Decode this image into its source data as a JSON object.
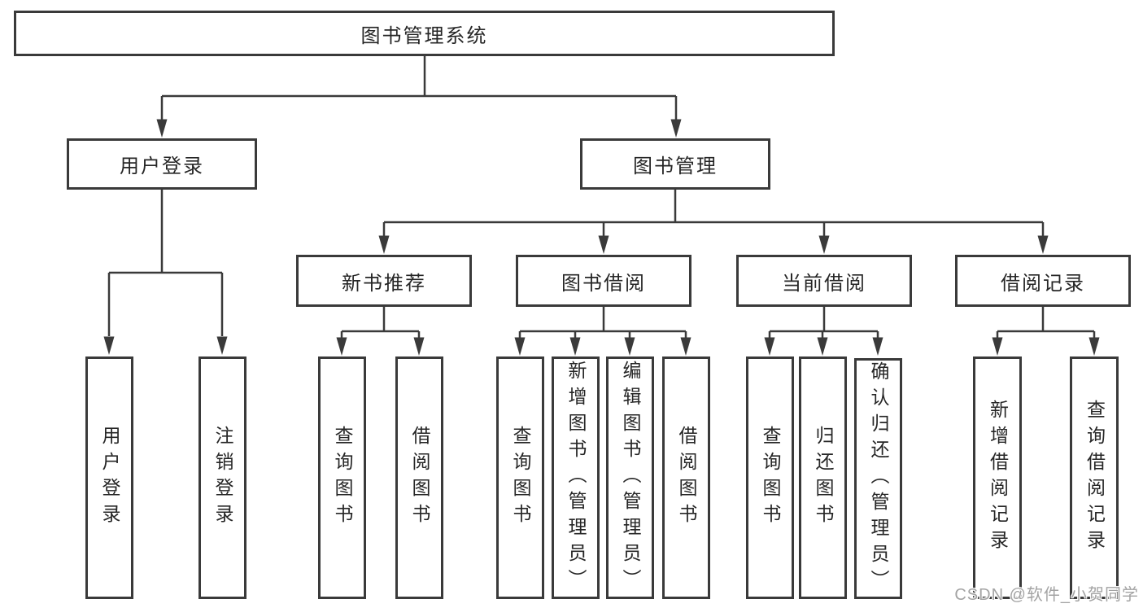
{
  "colors": {
    "line": "#3a3a3a",
    "box_border": "#3a3a3a",
    "box_fill": "#ffffff",
    "text": "#262626",
    "watermark": "#a3a3a3",
    "background": "#ffffff"
  },
  "tree": {
    "root": {
      "label": "图书管理系统"
    },
    "branches": [
      {
        "label": "用户登录",
        "children": [
          {
            "label": "用户登录"
          },
          {
            "label": "注销登录"
          }
        ]
      },
      {
        "label": "图书管理",
        "groups": [
          {
            "label": "新书推荐",
            "children": [
              {
                "label": "查询图书"
              },
              {
                "label": "借阅图书"
              }
            ]
          },
          {
            "label": "图书借阅",
            "children": [
              {
                "label": "查询图书"
              },
              {
                "label": "新增图书（管理员）"
              },
              {
                "label": "编辑图书（管理员）"
              },
              {
                "label": "借阅图书"
              }
            ]
          },
          {
            "label": "当前借阅",
            "children": [
              {
                "label": "查询图书"
              },
              {
                "label": "归还图书"
              },
              {
                "label": "确认归还（管理员）"
              }
            ]
          },
          {
            "label": "借阅记录",
            "children": [
              {
                "label": "新增借阅记录"
              },
              {
                "label": "查询借阅记录"
              }
            ]
          }
        ]
      }
    ]
  },
  "watermark": {
    "text": "CSDN @软件_小贺同学"
  }
}
